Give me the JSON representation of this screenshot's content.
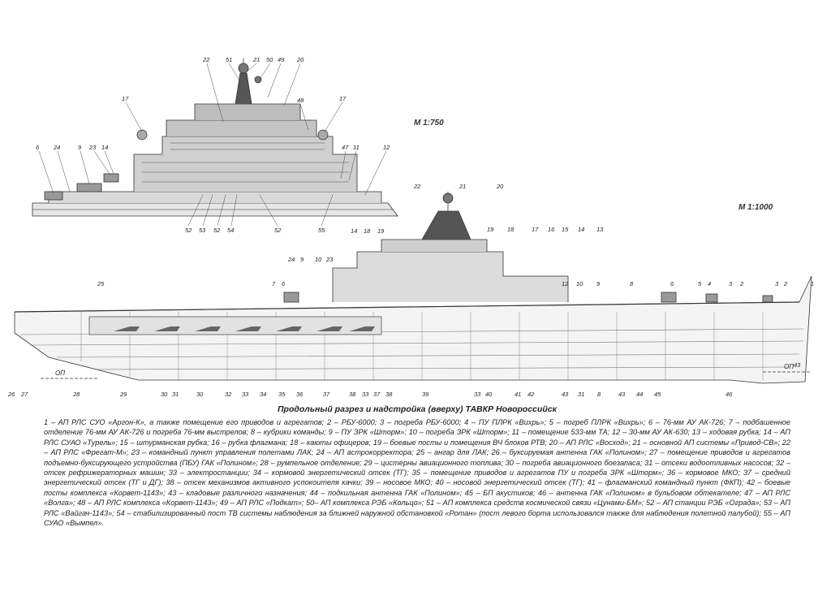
{
  "scales": {
    "upper": "М 1:750",
    "lower": "М 1:1000"
  },
  "waterline_label": "ОП",
  "title": {
    "prefix": "Продольный разрез и надстройка (вверху) ТАВКР ",
    "ship": "Новороссийск"
  },
  "legend": "1 – АП РЛС СУО «Аргон-К», а также помещение его приводов и агрегатов; 2 – РБУ-6000; 3 – погреба РБУ-6000; 4 – ПУ ПЛРК «Вихрь»; 5 – погреб ПЛРК «Вихрь»; 6 – 76-мм АУ АК-726; 7 – подбашенное отделение 76-мм АУ АК-726 и погреба 76-мм выстрелов; 8 – кубрики команды; 9 – ПУ ЗРК «Шторм»; 10 – погреба ЗРК «Шторм»; 11 – помещение 533-мм ТА; 12 – 30-мм АУ АК-630; 13 – ходовая рубка; 14 – АП РЛС СУАО «Турель»; 15 – штурманская рубка; 16 – рубка флагмана; 18 – каюты офицеров; 19 – боевые посты и помещения ВЧ блоков РТВ; 20 – АП РЛС «Восход»; 21 – основной АП системы «Привод-СВ»; 22 – АП РЛС «Фрегат-М»; 23 – командный пункт управления полетами ЛАК; 24 – АП астрокорректора; 25 – ангар для ЛАК; 26 – буксируемая антенна ГАК «Полином»; 27 – помещение приводов и агрегатов подъемно-буксирующего устройства (ПБУ) ГАК «Полином»; 28 – румпельное отделение; 29 – цистерны авиационного топлива; 30 – погреба авиационного боезапаса; 31 – отсеки водоотливных насосов; 32 – отсек рефрижераторных машин; 33 – электростанции; 34 – кормовой энергетический отсек (ТГ); 35 – помещение приводов и агрегатов ПУ и погреба ЗРК «Шторм»; 36 – кормовое МКО; 37 – средний энергетический отсек (ТГ и ДГ); 38 – отсек механизмов активного успокоителя качки; 39 – носовое МКО; 40 – носовой энергетический отсек (ТГ); 41 – флагманский командный пункт (ФКП); 42 – боевые посты комплекса «Корвет-1143»; 43 – кладовые различного назначения; 44 – подкильная антенна ГАК «Полином»; 45 – БП акустиков; 46 – антенна ГАК «Полином» в бульбовом обтекателе; 47 – АП РЛС «Волга»; 48 – АП РЛС комплекса «Корвет-1143»; 49 – АП РЛС «Подкат»; 50– АП комплекса РЭБ «Кольцо»; 51 – АП комплекса средств космической связи «Цунами-БМ»; 52 – АП станции РЭБ «Ограда»; 53 – АП РЛС «Вайгач-1143»; 54 – стабилизированный пост ТВ системы наблюдения за ближней наружной обстановкой «Ротан» (пост левого борта использовался также для наблюдения полетной палубой); 55 – АП СУАО «Вымпел».",
  "callouts_upper": [
    "22",
    "51",
    "21",
    "50",
    "49",
    "20",
    "17",
    "48",
    "17",
    "6",
    "24",
    "9",
    "23",
    "14",
    "47",
    "11",
    "12",
    "52",
    "53",
    "52",
    "54",
    "52",
    "55"
  ],
  "callouts_lower_top": [
    "22",
    "21",
    "20",
    "19",
    "18",
    "17",
    "16",
    "15",
    "14",
    "13",
    "24",
    "9",
    "10",
    "23",
    "14",
    "18",
    "19",
    "7",
    "6",
    "12",
    "10",
    "9",
    "8",
    "6",
    "5",
    "4",
    "3",
    "2",
    "3",
    "2",
    "1",
    "25"
  ],
  "callouts_lower_bottom": [
    "26",
    "27",
    "28",
    "29",
    "30",
    "31",
    "30",
    "32",
    "33",
    "34",
    "35",
    "36",
    "37",
    "38",
    "33",
    "37",
    "38",
    "39",
    "33",
    "40",
    "41",
    "42",
    "43",
    "31",
    "8",
    "43",
    "44",
    "45",
    "46",
    "43"
  ]
}
